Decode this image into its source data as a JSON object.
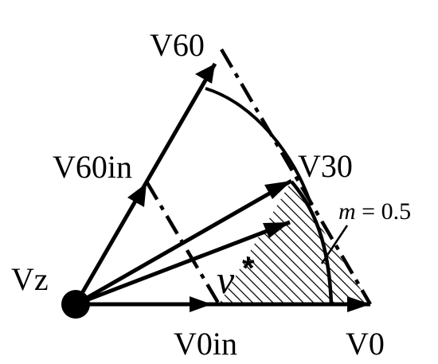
{
  "labels": {
    "v60": "V60",
    "v60in": "V60in",
    "v30": "V30",
    "vz": "Vz",
    "v0in": "V0in",
    "v0": "V0",
    "m_symbol": "m",
    "m_eq": " = 0.5",
    "v_symbol": "v",
    "star": "*"
  },
  "colors": {
    "stroke": "#000000",
    "background": "#ffffff",
    "hatch": "#000000"
  }
}
